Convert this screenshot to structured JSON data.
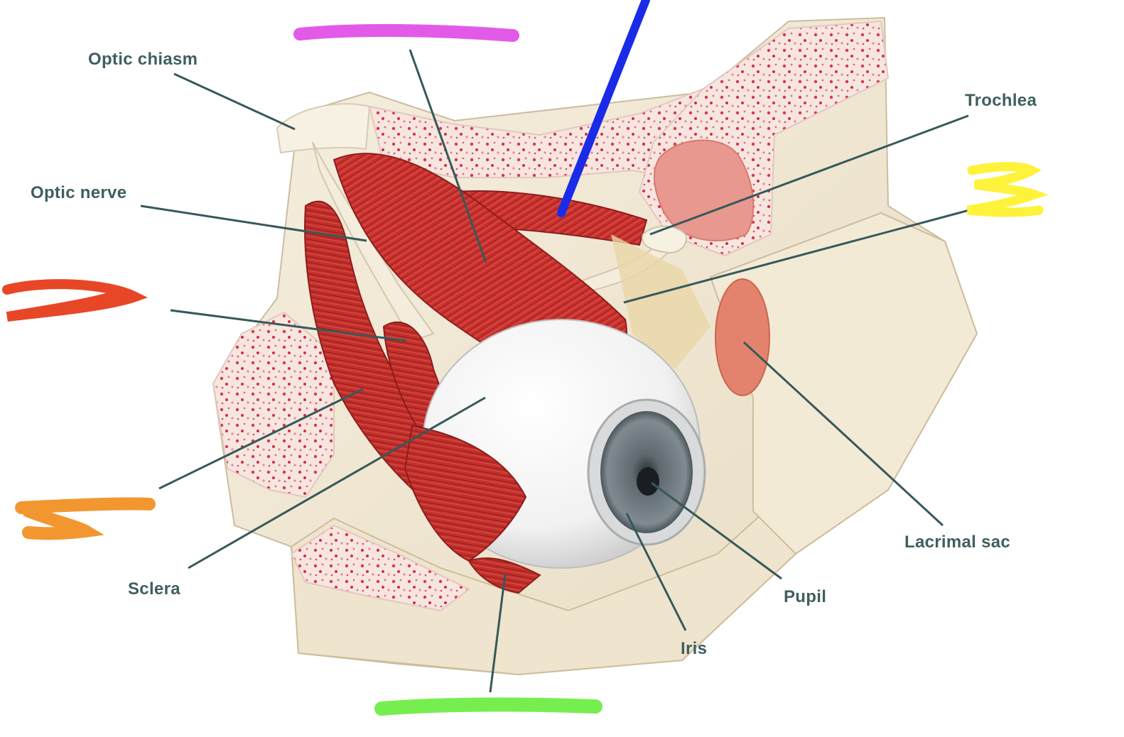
{
  "diagram": {
    "labels": {
      "optic_chiasm": "Optic chiasm",
      "optic_nerve": "Optic nerve",
      "trochlea": "Trochlea",
      "lacrimal_sac": "Lacrimal sac",
      "sclera": "Sclera",
      "pupil": "Pupil",
      "iris": "Iris"
    },
    "masked_labels": [
      {
        "id": "superior-rectus",
        "color": "#e35ae8"
      },
      {
        "id": "lateral-rectus",
        "color": "#e84727"
      },
      {
        "id": "inferior-rectus",
        "color": "#f2972f"
      },
      {
        "id": "inferior-oblique",
        "color": "#76ee4f"
      },
      {
        "id": "superior-oblique",
        "color": "#fff23a"
      }
    ],
    "annotation_stroke_color": "#1a2be8"
  }
}
